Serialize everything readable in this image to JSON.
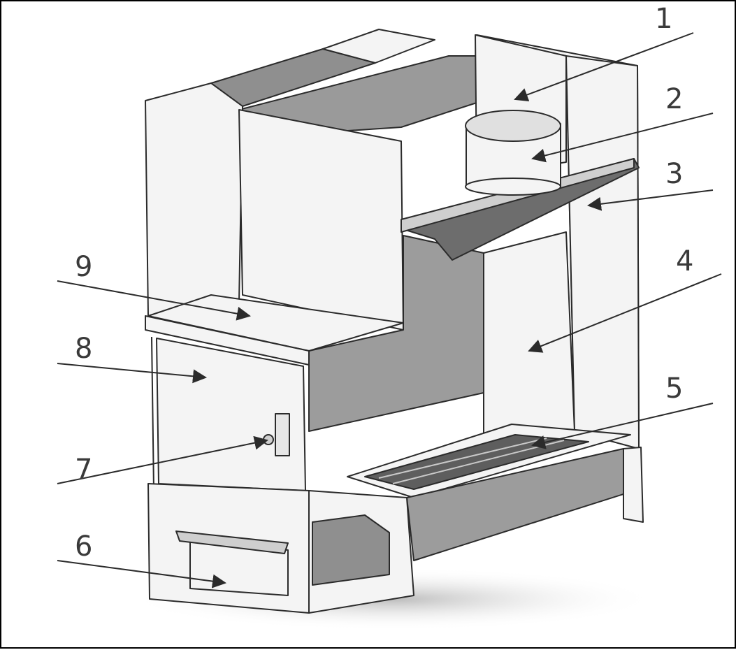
{
  "diagram": {
    "callouts": [
      {
        "id": "1",
        "label": "1"
      },
      {
        "id": "2",
        "label": "2"
      },
      {
        "id": "3",
        "label": "3"
      },
      {
        "id": "4",
        "label": "4"
      },
      {
        "id": "5",
        "label": "5"
      },
      {
        "id": "6",
        "label": "6"
      },
      {
        "id": "7",
        "label": "7"
      },
      {
        "id": "8",
        "label": "8"
      },
      {
        "id": "9",
        "label": "9"
      }
    ],
    "colors": {
      "line": "#2b2b2b",
      "shade_dark": "#8f8f8f",
      "shade_mid": "#b4b4b4",
      "shade_light": "#d9d9d9",
      "face": "#f4f4f4",
      "text": "#3a3a3a"
    }
  }
}
